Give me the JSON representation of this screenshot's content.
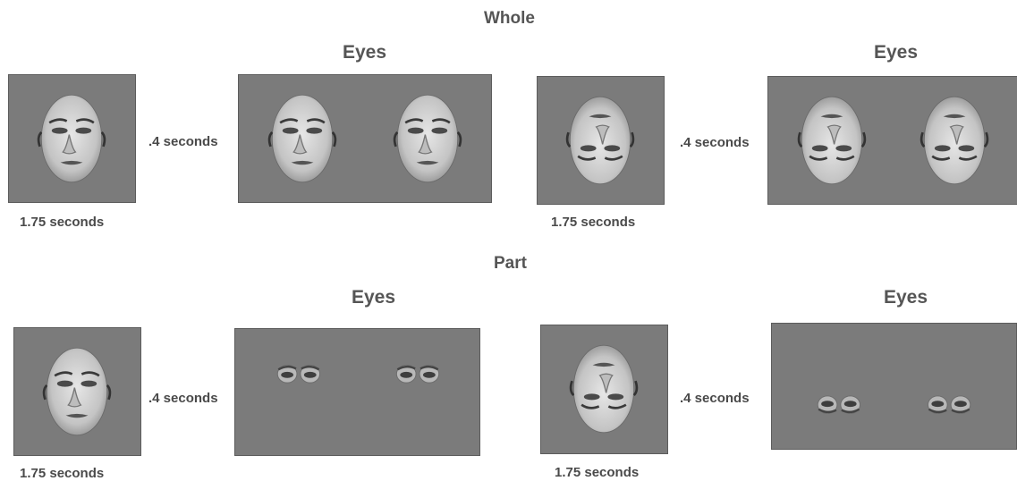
{
  "sections": {
    "whole": "Whole",
    "part": "Part"
  },
  "labels": {
    "eyes": "Eyes",
    "isi": ".4 seconds",
    "study": "1.75 seconds"
  },
  "colors": {
    "panel": "#7b7b7b",
    "face": "#d6d6d6",
    "text": "#555555"
  }
}
